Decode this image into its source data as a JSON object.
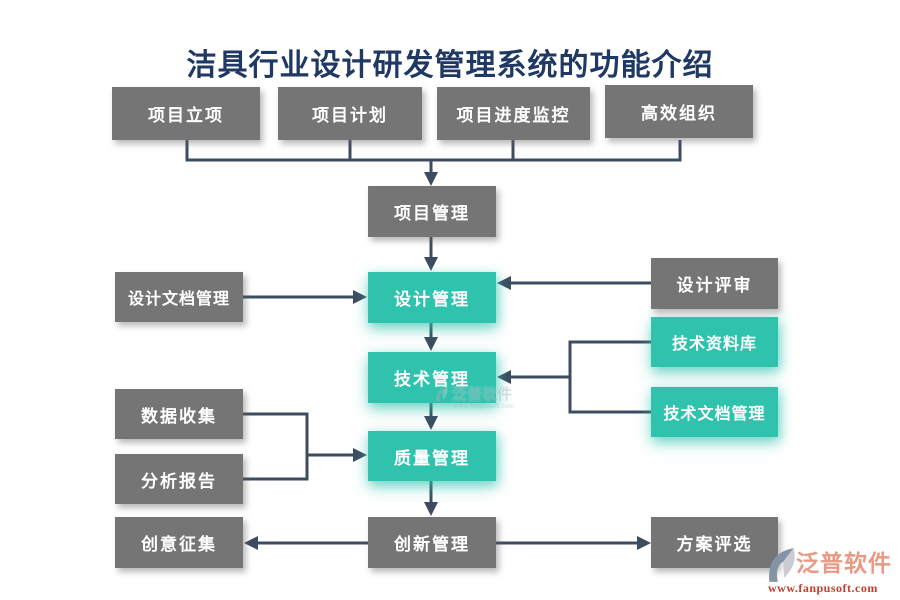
{
  "title": "洁具行业设计研发管理系统的功能介绍",
  "nodes": {
    "project_initiation": "项目立项",
    "project_plan": "项目计划",
    "progress_monitor": "项目进度监控",
    "efficient_org": "高效组织",
    "project_mgmt": "项目管理",
    "design_doc_mgmt": "设计文档管理",
    "design_mgmt": "设计管理",
    "design_review": "设计评审",
    "tech_mgmt": "技术管理",
    "tech_repository": "技术资料库",
    "tech_doc_mgmt": "技术文档管理",
    "data_collection": "数据收集",
    "analysis_report": "分析报告",
    "quality_mgmt": "质量管理",
    "idea_collection": "创意征集",
    "innovation_mgmt": "创新管理",
    "plan_selection": "方案评选"
  },
  "edges": [
    {
      "from": "项目立项",
      "to": "项目管理"
    },
    {
      "from": "项目计划",
      "to": "项目管理"
    },
    {
      "from": "项目进度监控",
      "to": "项目管理"
    },
    {
      "from": "高效组织",
      "to": "项目管理"
    },
    {
      "from": "项目管理",
      "to": "设计管理"
    },
    {
      "from": "设计文档管理",
      "to": "设计管理"
    },
    {
      "from": "设计评审",
      "to": "设计管理"
    },
    {
      "from": "设计管理",
      "to": "技术管理"
    },
    {
      "from": "技术资料库",
      "to": "技术管理"
    },
    {
      "from": "技术文档管理",
      "to": "技术管理"
    },
    {
      "from": "技术管理",
      "to": "质量管理"
    },
    {
      "from": "数据收集",
      "to": "质量管理"
    },
    {
      "from": "分析报告",
      "to": "质量管理"
    },
    {
      "from": "质量管理",
      "to": "创新管理"
    },
    {
      "from": "创新管理",
      "to": "创意征集"
    },
    {
      "from": "创新管理",
      "to": "方案评选"
    }
  ],
  "watermark": {
    "brand": "泛普软件",
    "url": "www.fanpusoft.com"
  },
  "colors": {
    "box_gray": "#757575",
    "box_teal": "#2fc3ae",
    "connector": "#3d4c60",
    "title_text": "#1f3864",
    "node_text": "#ffffff",
    "logo_brand": "#e89a84",
    "logo_url": "#c63c2a"
  }
}
